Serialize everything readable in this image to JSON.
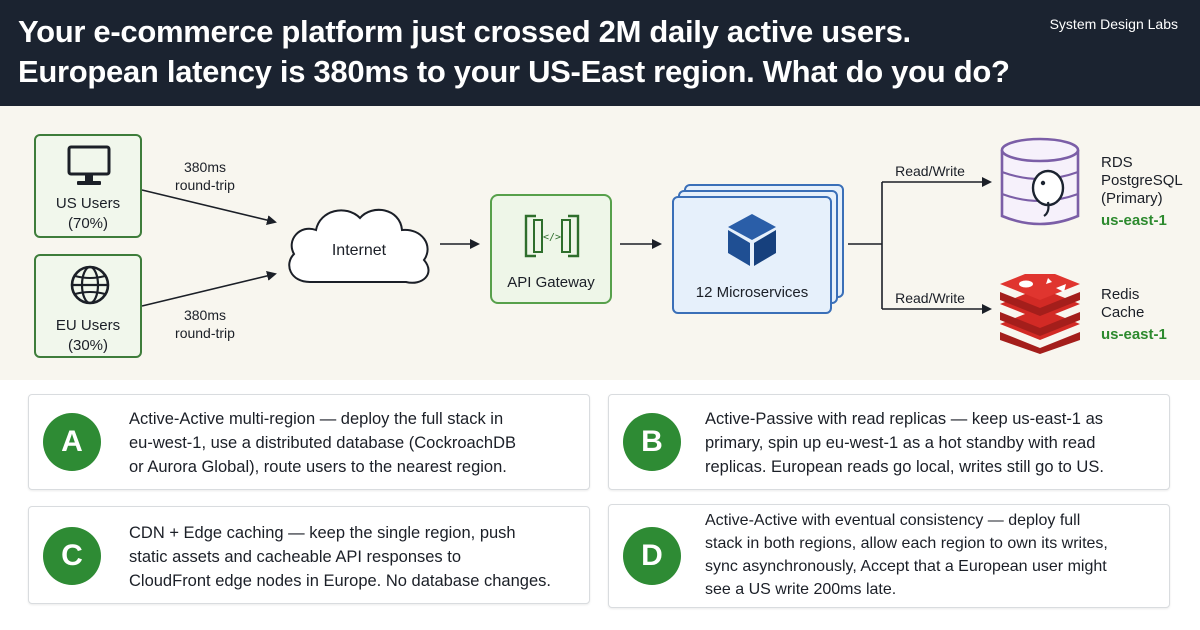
{
  "header": {
    "title_line1": "Your e-commerce platform just crossed 2M daily active users.",
    "title_line2": "European latency is 380ms to your US-East region. What do you do?",
    "brand": "System Design Labs"
  },
  "diagram": {
    "us_users": {
      "label": "US Users",
      "share": "(70%)",
      "icon": "monitor-icon"
    },
    "eu_users": {
      "label": "EU Users",
      "share": "(30%)",
      "icon": "globe-icon"
    },
    "latency_us": {
      "value": "380ms",
      "unit": "round-trip"
    },
    "latency_eu": {
      "value": "380ms",
      "unit": "round-trip"
    },
    "internet": "Internet",
    "api_gateway": "API Gateway",
    "api_gateway_icon_text": "</>",
    "microservices": "12 Microservices",
    "read_write_db": "Read/Write",
    "read_write_cache": "Read/Write",
    "rds": {
      "line1": "RDS",
      "line2": "PostgreSQL",
      "line3": "(Primary)",
      "region": "us-east-1"
    },
    "redis": {
      "line1": "Redis",
      "line2": "Cache",
      "region": "us-east-1"
    }
  },
  "options": [
    {
      "letter": "A",
      "lines": [
        "Active-Active multi-region — deploy the full stack in",
        "eu-west-1, use a distributed database (CockroachDB",
        "or Aurora Global), route users to the nearest region."
      ]
    },
    {
      "letter": "B",
      "lines": [
        "Active-Passive with read replicas — keep us-east-1 as",
        "primary, spin up eu-west-1 as a hot standby with read",
        "replicas. European reads go local, writes still go to US."
      ]
    },
    {
      "letter": "C",
      "lines": [
        "CDN + Edge caching — keep the single region, push",
        "static assets and cacheable API responses to",
        "CloudFront edge nodes in Europe. No database changes."
      ]
    },
    {
      "letter": "D",
      "lines": [
        "Active-Active with eventual consistency — deploy full",
        "stack in both regions, allow each region to own its writes,",
        "sync asynchronously, Accept that a European user might",
        "see a US write 200ms late."
      ]
    }
  ],
  "colors": {
    "header_bg": "#1b2330",
    "green": "#2e8b34",
    "blue": "#3a6fb8",
    "postgres_purple": "#7b5ea7",
    "redis_red": "#d22a25"
  }
}
